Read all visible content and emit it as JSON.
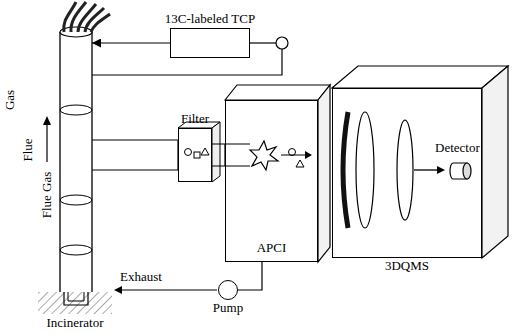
{
  "diagram": {
    "nodes": [
      {
        "text": [
          "13C-labeled TCP"
        ]
      },
      {
        "text": [
          "Flue Gas"
        ]
      },
      {
        "text": [
          "Filter"
        ]
      },
      {
        "text": [
          "APCI"
        ]
      },
      {
        "text": [
          "3DQMS"
        ]
      },
      {
        "text": [
          "Detector"
        ],
        "in": 4
      },
      {
        "text": [
          "Pump"
        ]
      },
      {
        "text": [
          "Incinerator"
        ]
      }
    ],
    "edges": [
      {
        "from": 0,
        "to": 1,
        "arrow": "to"
      },
      {
        "from": 1,
        "to": 2,
        "arrow": "none"
      },
      {
        "from": 2,
        "to": 3,
        "arrow": "none"
      },
      {
        "from": 3,
        "to": 6,
        "arrow": "none"
      }
    ],
    "labels": [
      "Gas",
      "Flue",
      "Exhaust"
    ]
  }
}
